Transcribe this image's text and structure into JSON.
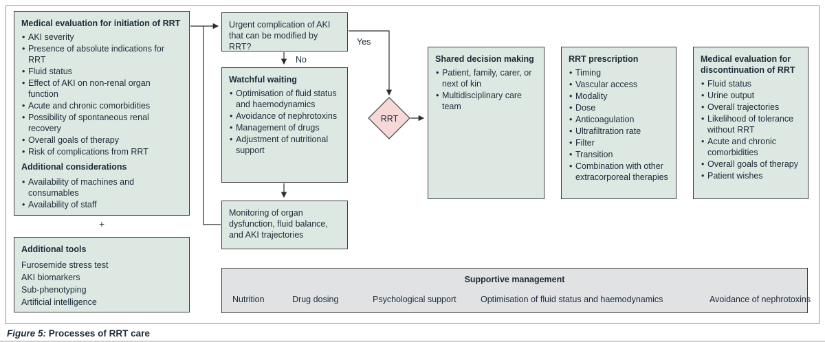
{
  "figure": {
    "label": "Figure 5:",
    "title": "Processes of RRT care"
  },
  "colors": {
    "box_green": "#dce8e1",
    "diamond_pink": "#f6d8d8",
    "bar_grey": "#e1e2e4",
    "box_border": "#3d3d3d",
    "arrow": "#2b2b2b",
    "text": "#1c2b3a"
  },
  "flow": {
    "initiation": {
      "title": "Medical evaluation for initiation of RRT",
      "items": [
        "AKI severity",
        "Presence of absolute indications for RRT",
        "Fluid status",
        "Effect of AKI on non-renal organ function",
        "Acute and chronic comorbidities",
        "Possibility of spontaneous renal recovery",
        "Overall goals of therapy",
        "Risk of complications from RRT"
      ],
      "subtitle": "Additional considerations",
      "sub_items": [
        "Availability of machines and consumables",
        "Availability of staff"
      ]
    },
    "plus": "+",
    "tools": {
      "title": "Additional tools",
      "items": [
        "Furosemide stress test",
        "AKI biomarkers",
        "Sub-phenotyping",
        "Artificial intelligence"
      ]
    },
    "urgent": {
      "text": "Urgent complication of AKI that can be modified by RRT?"
    },
    "labels": {
      "yes": "Yes",
      "no": "No"
    },
    "watchful": {
      "title": "Watchful waiting",
      "items": [
        "Optimisation of fluid status and haemodynamics",
        "Avoidance of nephrotoxins",
        "Management of drugs",
        "Adjustment of nutritional support"
      ]
    },
    "monitoring": {
      "text": "Monitoring of organ dysfunction, fluid balance, and AKI trajectories"
    },
    "diamond": {
      "label": "RRT"
    },
    "shared": {
      "title": "Shared decision making",
      "items": [
        "Patient, family, carer, or next of kin",
        "Multidisciplinary care team"
      ]
    },
    "prescription": {
      "title": "RRT prescription",
      "items": [
        "Timing",
        "Vascular access",
        "Modality",
        "Dose",
        "Anticoagulation",
        "Ultrafiltration rate",
        "Filter",
        "Transition",
        "Combination with other extracorporeal therapies"
      ]
    },
    "discontinuation": {
      "title": "Medical evaluation for discontinuation of RRT",
      "items": [
        "Fluid status",
        "Urine output",
        "Overall trajectories",
        "Likelihood of tolerance without RRT",
        "Acute and chronic comorbidities",
        "Overall goals of therapy",
        "Patient wishes"
      ]
    },
    "supportive": {
      "title": "Supportive management",
      "items": [
        "Nutrition",
        "Drug dosing",
        "Psychological support",
        "Optimisation of fluid status and haemodynamics",
        "Avoidance of nephrotoxins"
      ]
    }
  }
}
